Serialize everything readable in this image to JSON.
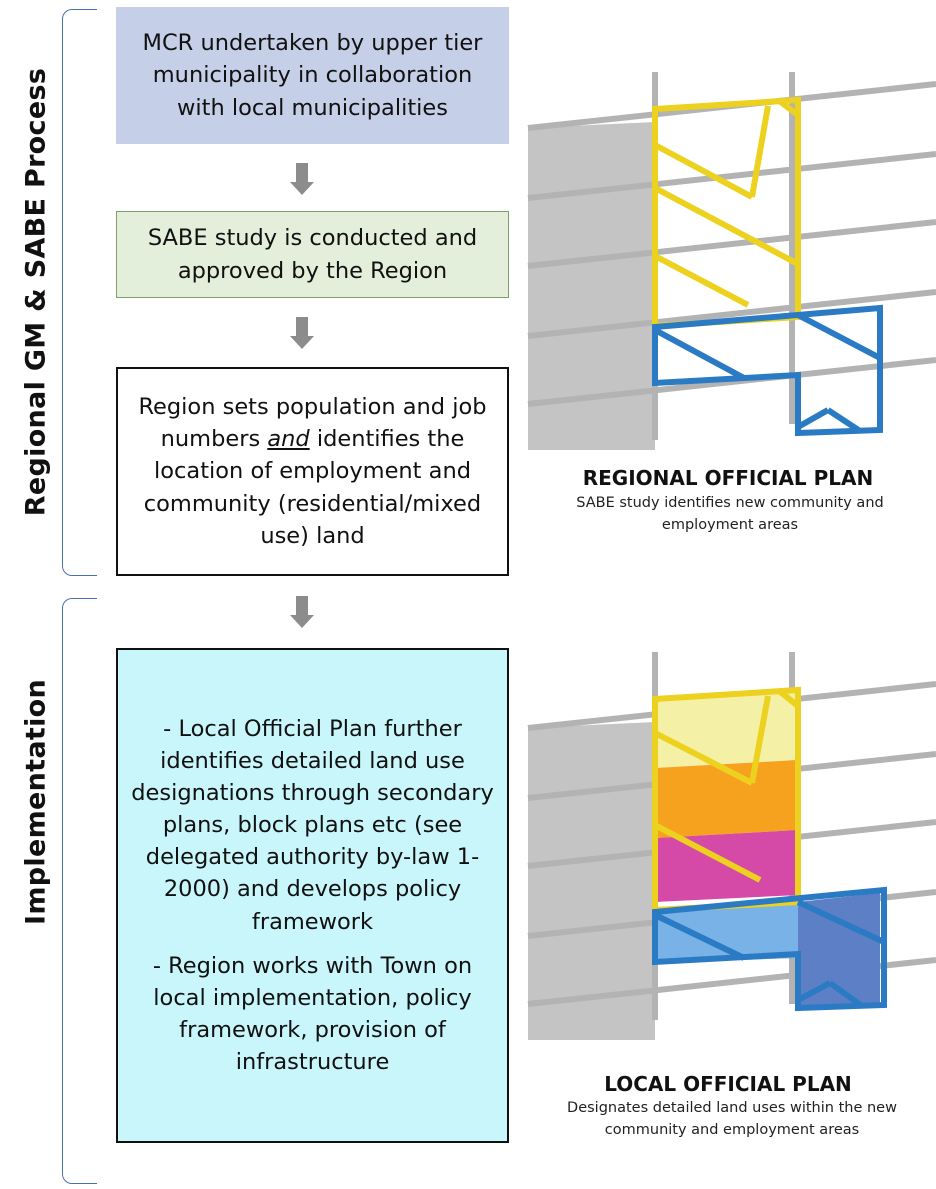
{
  "sections": {
    "regional_label": "Regional GM & SABE Process",
    "implementation_label": "Implementation"
  },
  "flow": {
    "box1": "MCR undertaken by upper tier municipality in collaboration with local municipalities",
    "box2": "SABE study is conducted and approved by the Region",
    "box3_part1": "Region sets population and job numbers",
    "box3_and": "and",
    "box3_part2": "identifies the location of employment and community (residential/mixed use) land",
    "box4_para1": "- Local Official Plan further identifies detailed land use designations through secondary plans, block plans etc (see delegated authority by-law 1-2000) and develops policy framework",
    "box4_para2": "- Region works with Town on local implementation, policy framework, provision of infrastructure"
  },
  "maps": {
    "regional_title": "REGIONAL OFFICIAL PLAN",
    "regional_subtitle": "SABE study identifies new community and employment areas",
    "local_title": "LOCAL OFFICIAL PLAN",
    "local_subtitle": "Designates detailed land uses within the new community and employment areas"
  },
  "colors": {
    "box1_fill": "#c5cfe8",
    "box2_fill": "#e3efda",
    "box4_fill": "#c9f6fb",
    "arrow": "#8c8c8c",
    "bracket": "#4a6fb0",
    "community_outline": "#ecd21f",
    "employment_outline": "#2b7bc4",
    "pale_yellow": "#f4f0a6",
    "orange": "#f6a21e",
    "magenta": "#d64aa7",
    "light_blue": "#78b2e6",
    "dark_blue": "#5d7fc6"
  }
}
